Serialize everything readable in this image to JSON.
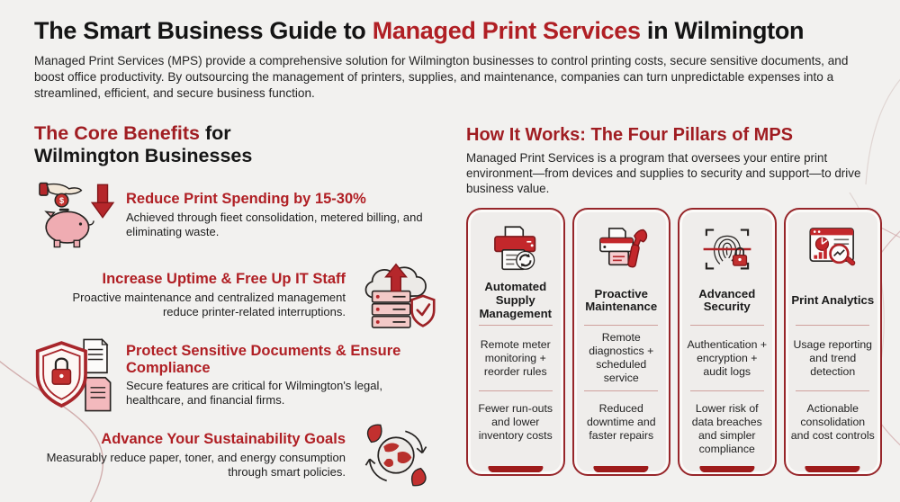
{
  "header": {
    "title_prefix": "The Smart Business Guide to ",
    "title_highlight": "Managed Print Services",
    "title_suffix": " in Wilmington",
    "intro": "Managed Print Services (MPS) provide a comprehensive solution for Wilmington businesses to control printing costs, secure sensitive documents, and boost office productivity. By outsourcing the management of printers, supplies, and maintenance, companies can turn unpredictable expenses into a streamlined, efficient, and secure business function."
  },
  "benefits": {
    "heading_highlight": "The Core Benefits",
    "heading_rest": " for",
    "heading_line2": "Wilmington Businesses",
    "items": [
      {
        "icon": "piggy-bank-savings-icon",
        "title": "Reduce Print Spending by 15-30%",
        "body": "Achieved through fieet consolidation, metered billing, and eliminating waste."
      },
      {
        "icon": "cloud-server-shield-icon",
        "title": "Increase Uptime & Free Up IT Staff",
        "body": "Proactive maintenance and centralized management reduce printer-related interruptions."
      },
      {
        "icon": "shield-lock-documents-icon",
        "title": "Protect Sensitive Documents & Ensure Compliance",
        "body": "Secure features are critical for Wilmington's legal, healthcare, and financial firms."
      },
      {
        "icon": "globe-recycle-leaves-icon",
        "title": "Advance Your Sustainability Goals",
        "body": "Measurably reduce paper, toner, and energy consumption through smart policies."
      }
    ]
  },
  "pillars": {
    "heading": "How It Works: The Four Pillars of MPS",
    "intro": "Managed Print Services is a program that oversees your entire print environment—from devices and supplies to security and support—to drive business value.",
    "cards": [
      {
        "icon": "printer-supply-refresh-icon",
        "title": "Automated Supply Management",
        "feature": "Remote meter monitoring + reorder rules",
        "outcome": "Fewer run-outs and lower inventory costs"
      },
      {
        "icon": "printer-wrench-icon",
        "title": "Proactive Maintenance",
        "feature": "Remote diagnostics + scheduled service",
        "outcome": "Reduced downtime and faster repairs"
      },
      {
        "icon": "fingerprint-scan-lock-icon",
        "title": "Advanced Security",
        "feature": "Authentication + encryption + audit logs",
        "outcome": "Lower risk of data breaches and simpler compliance"
      },
      {
        "icon": "analytics-magnifier-icon",
        "title": "Print Analytics",
        "feature": "Usage reporting and trend detection",
        "outcome": "Actionable consolidation and cost controls"
      }
    ]
  },
  "colors": {
    "background": "#f2f1ef",
    "accent_red": "#b01f24",
    "heading_red": "#a01d22",
    "card_border_red": "#97262a",
    "card_bar_red": "#9e1b1b",
    "text_dark": "#1c1c1c"
  }
}
